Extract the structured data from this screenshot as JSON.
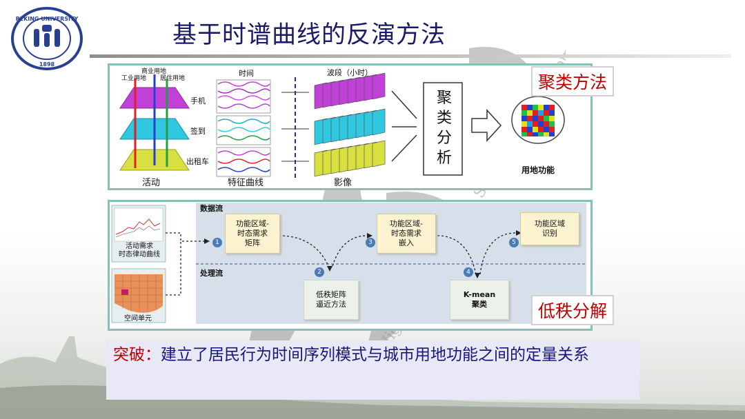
{
  "slide": {
    "title": "基于时谱曲线的反演方法"
  },
  "top_panel": {
    "tag": "聚类方法",
    "layer_labels": [
      "商业用地",
      "工业用地",
      "居住用地"
    ],
    "source_labels": [
      "手机",
      "签到",
      "出租车"
    ],
    "col_time": "时间",
    "col_band": "波段（小时）",
    "caption_activity": "活动",
    "caption_curve": "特征曲线",
    "caption_image": "影像",
    "cluster_chars": [
      "聚",
      "类",
      "分",
      "析"
    ],
    "caption_landuse": "用地功能"
  },
  "bottom_panel": {
    "tag": "低秩分解",
    "left_caption_1": "活动需求\n时态律动曲线",
    "left_caption_2": "空间单元",
    "data_flow": "数据流",
    "process_flow": "处理流",
    "steps": [
      {
        "num": "1",
        "text": "功能区域-\n时态需求\n矩阵"
      },
      {
        "num": "2",
        "text": "低秩矩阵\n逼近方法"
      },
      {
        "num": "3",
        "text": "功能区域-\n时态需求\n嵌入"
      },
      {
        "num": "4",
        "text": "K-mean\n聚类"
      },
      {
        "num": "5",
        "text": "功能区域\n识别"
      }
    ]
  },
  "breakthrough": {
    "key": "突破：",
    "text": "建立了居民行为时间序列模式与城市用地功能之间的定量关系"
  },
  "watermark": {
    "text": "High-level Lectures on Surveying and Mapping"
  },
  "logo": {
    "text": "PEKING UNIVERSITY",
    "year": "1898"
  },
  "colors": {
    "title": "#1a1a66",
    "accent_red": "#c00000",
    "panel_border": "#88c0b8",
    "magenta": "#c040d8",
    "cyan": "#30c8e0",
    "yellow": "#d8e040"
  }
}
